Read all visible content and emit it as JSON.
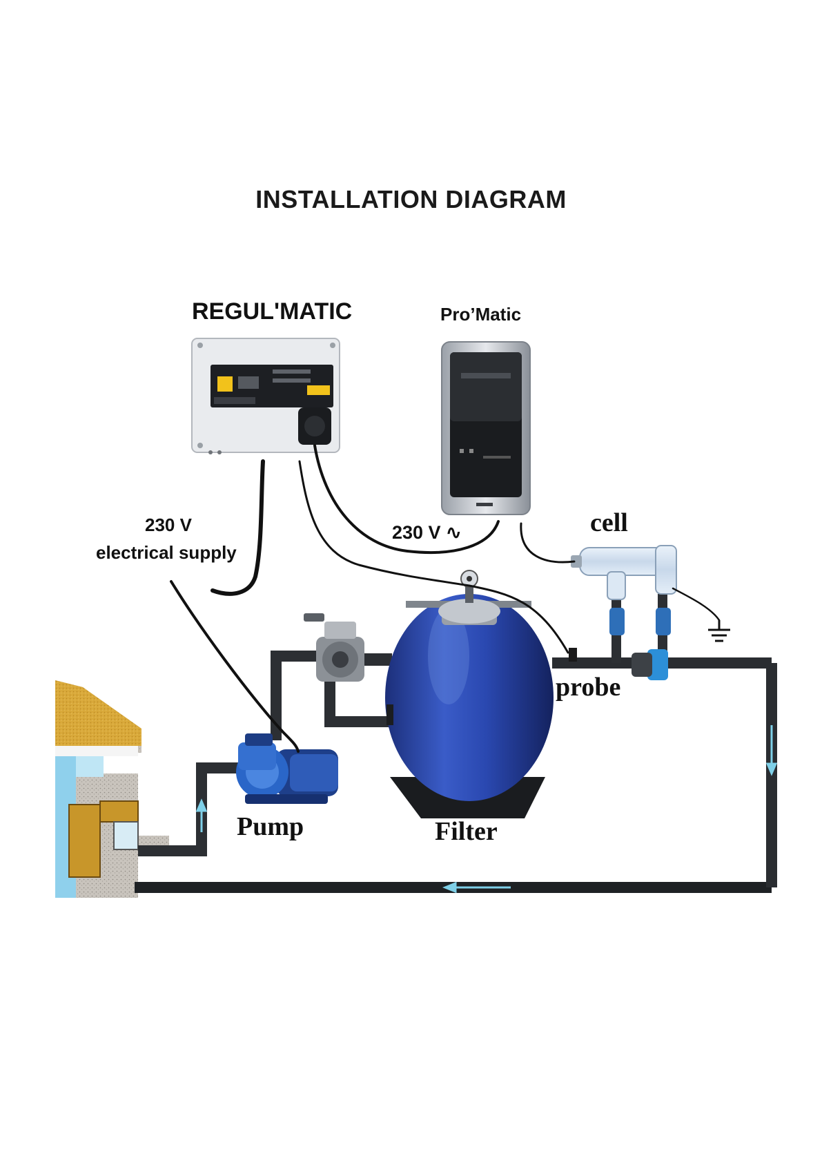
{
  "title": "INSTALLATION  DIAGRAM",
  "devices": {
    "regulmatic": "REGUL'MATIC",
    "promatic": "Pro’Matic"
  },
  "labels": {
    "supply_voltage": "230 V",
    "supply_text": "electrical supply",
    "promatic_voltage": "230 V ∿",
    "cell": "cell",
    "probe": "probe",
    "pump": "Pump",
    "filter": "Filter"
  }
}
